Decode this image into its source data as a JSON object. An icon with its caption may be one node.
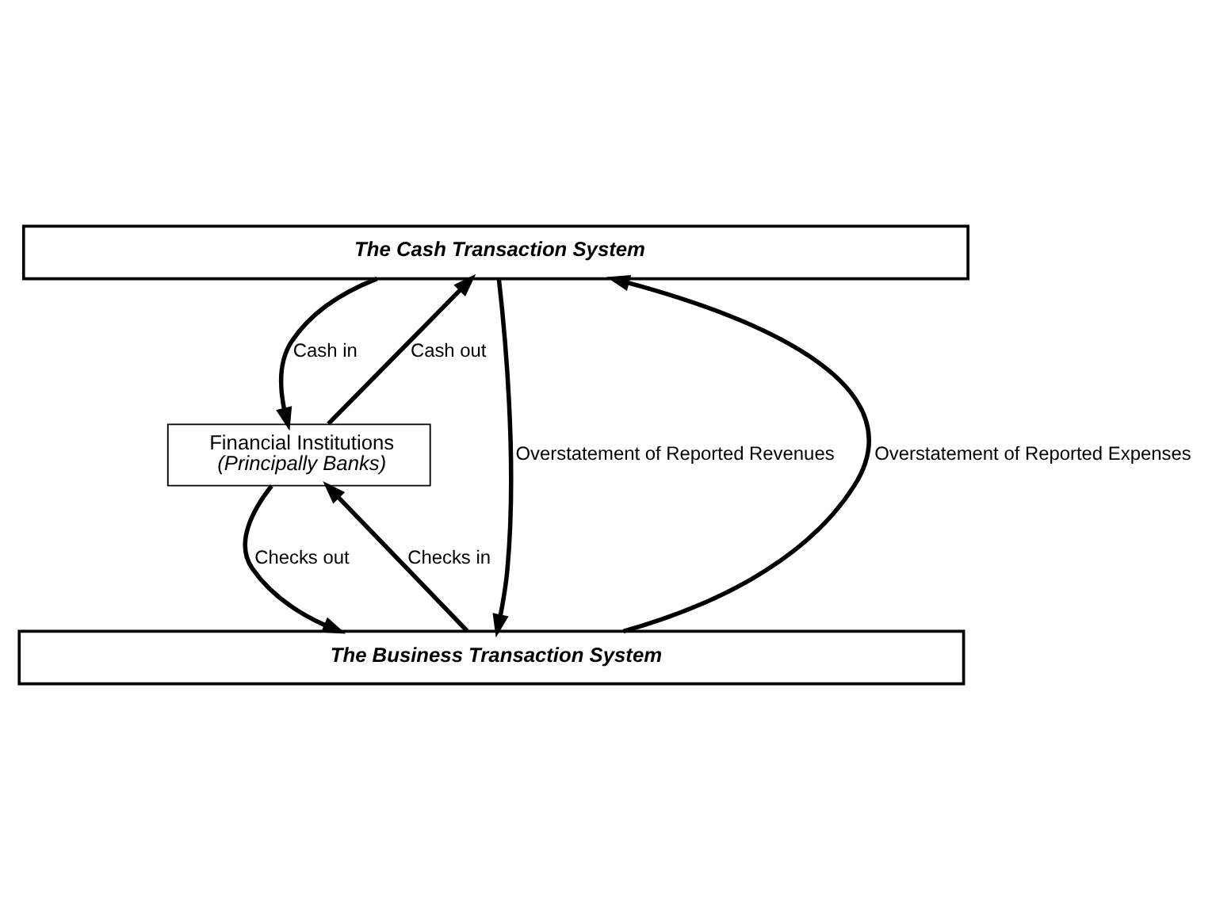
{
  "diagram": {
    "nodes": [
      {
        "text": [
          "The Cash Transaction System"
        ]
      },
      {
        "text": [
          "Financial Institutions",
          "(Principally Banks)"
        ]
      },
      {
        "text": [
          "The Business Transaction System"
        ]
      }
    ],
    "edges": [
      {
        "from": 0,
        "to": 2,
        "arrow": "to",
        "label": "Overstatement of Reported Revenues"
      },
      {
        "from": 0,
        "to": 1,
        "arrow": "to",
        "label": "Cash in"
      },
      {
        "from": 1,
        "to": 0,
        "arrow": "to",
        "label": "Cash out"
      },
      {
        "from": 1,
        "to": 2,
        "arrow": "to",
        "label": "Checks out"
      },
      {
        "from": 2,
        "to": 1,
        "arrow": "to",
        "label": "Checks in"
      },
      {
        "from": 2,
        "to": 0,
        "arrow": "to",
        "label": "Overstatement of Reported Expenses"
      }
    ]
  }
}
